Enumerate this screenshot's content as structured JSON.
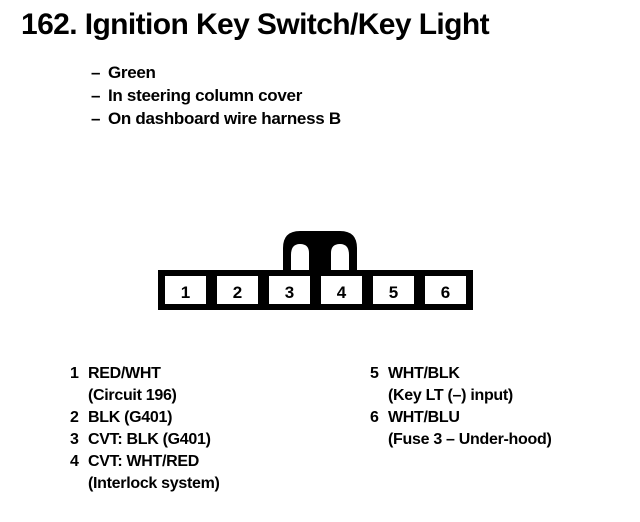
{
  "page": {
    "number": "162.",
    "title": "162. Ignition Key Switch/Key Light",
    "ink_color": "#000000",
    "background_color": "#ffffff"
  },
  "description": {
    "dash": "–",
    "items": [
      {
        "text": "Green"
      },
      {
        "text": "In steering column cover"
      },
      {
        "text": "On dashboard wire harness B"
      }
    ]
  },
  "connector": {
    "name": "6-pin connector",
    "tab_label": "locking-tab",
    "pin_count": 6,
    "pins": [
      "1",
      "2",
      "3",
      "4",
      "5",
      "6"
    ]
  },
  "pin_list": {
    "left": [
      {
        "num": "1",
        "label": "RED/WHT",
        "note": "(Circuit 196)"
      },
      {
        "num": "2",
        "label": "BLK (G401)",
        "note": ""
      },
      {
        "num": "3",
        "label": "CVT: BLK (G401)",
        "note": ""
      },
      {
        "num": "4",
        "label": "CVT: WHT/RED",
        "note": "(Interlock system)"
      }
    ],
    "right": [
      {
        "num": "5",
        "label": "WHT/BLK",
        "note": "(Key LT (–) input)"
      },
      {
        "num": "6",
        "label": "WHT/BLU",
        "note": "(Fuse 3 – Under-hood)"
      }
    ]
  }
}
